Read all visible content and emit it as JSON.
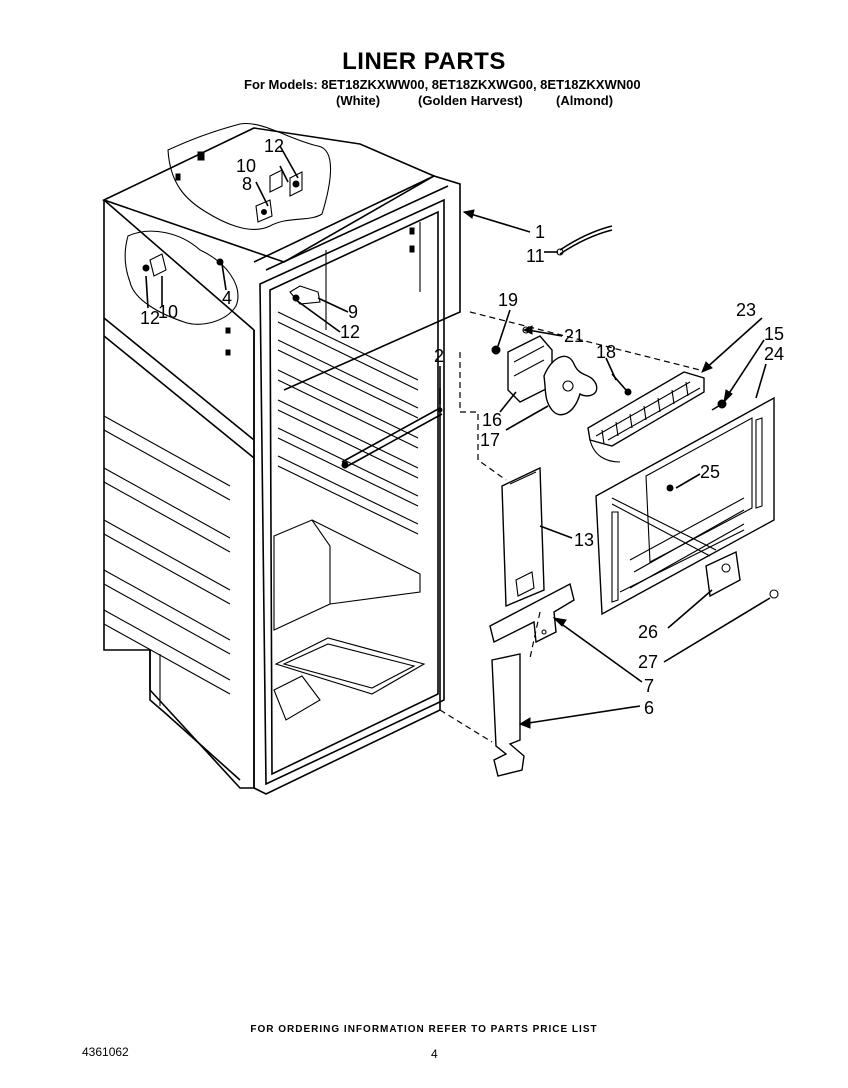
{
  "header": {
    "title": "LINER PARTS",
    "models": "For Models: 8ET18ZKXWW00, 8ET18ZKXWG00, 8ET18ZKXWN00",
    "colors": [
      "(White)",
      "(Golden Harvest)",
      "(Almond)"
    ]
  },
  "callouts": {
    "c1": "1",
    "c2": "2",
    "c4": "4",
    "c6": "6",
    "c7": "7",
    "c8": "8",
    "c9": "9",
    "c10a": "10",
    "c10b": "10",
    "c11": "11",
    "c12a": "12",
    "c12b": "12",
    "c12c": "12",
    "c13": "13",
    "c15": "15",
    "c16": "16",
    "c17": "17",
    "c18": "18",
    "c19": "19",
    "c21": "21",
    "c23": "23",
    "c24": "24",
    "c25": "25",
    "c26": "26",
    "c27": "27"
  },
  "footer": {
    "note": "FOR ORDERING INFORMATION REFER TO PARTS PRICE LIST",
    "doc_number": "4361062",
    "page_number": "4"
  }
}
